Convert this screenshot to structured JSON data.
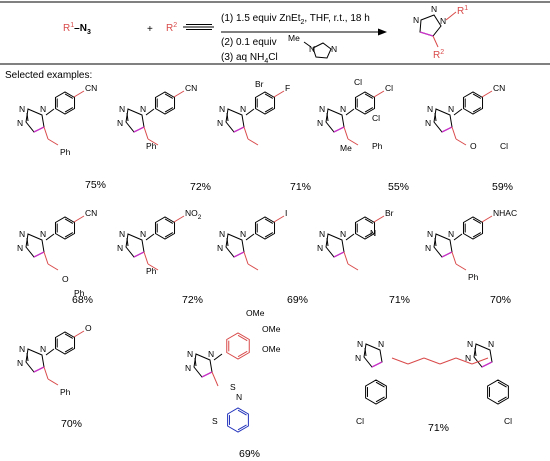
{
  "reaction": {
    "azide_r": "R",
    "azide_r_sup": "1",
    "azide_n3": "–N",
    "azide_n3_sub": "3",
    "plus": "+",
    "alkyne_r": "R",
    "alkyne_r_sup": "2",
    "cond1": "(1) 1.5 equiv ZnEt",
    "cond1_sub": "2",
    "cond1_rest": ", THF, r.t., 18 h",
    "cond2": "(2) 0.1 equiv",
    "cond3": "(3) aq NH",
    "cond3_sub": "4",
    "cond3_rest": "Cl",
    "catalyst_me": "Me",
    "catalyst_n1": "N",
    "catalyst_n2": "N",
    "product_n1": "N",
    "product_n2": "N",
    "product_n3": "N",
    "product_r1": "R",
    "product_r1_sup": "1",
    "product_r2": "R",
    "product_r2_sup": "2"
  },
  "selected_label": "Selected examples:",
  "atoms": {
    "n": "N",
    "cn": "CN",
    "ph": "Ph",
    "br": "Br",
    "f": "F",
    "cl": "Cl",
    "me": "Me",
    "o": "O",
    "no2": "NO",
    "no2_sub": "2",
    "i": "I",
    "nhac": "NHAC",
    "ome": "OMe",
    "s": "S"
  },
  "yields": [
    "75%",
    "72%",
    "71%",
    "55%",
    "59%",
    "68%",
    "72%",
    "69%",
    "71%",
    "70%",
    "70%",
    "69%",
    "71%"
  ],
  "colors": {
    "ring_highlight": "#cc33cc",
    "substituent": "#d94a4a",
    "benzothiazole": "#2233bb"
  }
}
